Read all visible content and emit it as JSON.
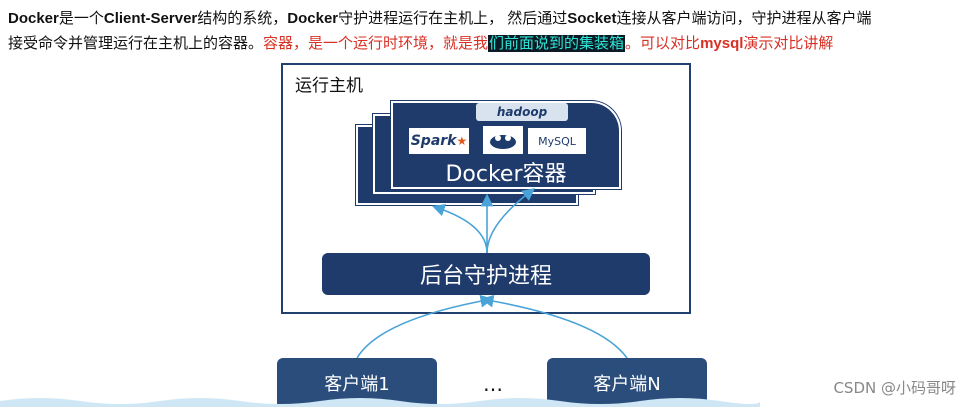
{
  "paragraph": {
    "p1_docker": "Docker",
    "p1_a": "是一个",
    "p1_cs": "Client-Server",
    "p1_b": "结构的系统，",
    "p1_docker2": "Docker",
    "p1_c": "守护进程运行在主机上，  然后通过",
    "p1_socket": "Socket",
    "p1_d": "连接从客户端访问，守护进程从客户端",
    "p2_a": "接受命令并管理运行在主机上的容器。",
    "p2_red1": "容器，是一个运行时环境，就是我",
    "p2_hl": "们前面说到的集装箱",
    "p2_red2": "。可以对比",
    "p2_mysql": "mysql",
    "p2_red3": "演示对比讲解"
  },
  "diagram": {
    "host_title": "运行主机",
    "container_label": "Docker容器",
    "logos": {
      "hadoop": "hadoop",
      "spark": "Spark",
      "mysql": "MySQL"
    },
    "daemon_label": "后台守护进程",
    "client_1": "客户端1",
    "client_n": "客户端N",
    "ellipsis": "…"
  },
  "watermark": "CSDN @小码哥呀",
  "colors": {
    "dark_blue": "#1f3b6b",
    "client_blue": "#2b4d7c",
    "arrow_blue": "#4aa3d8",
    "red_text": "#d93025",
    "highlight_bg": "#0b1a24",
    "highlight_fg": "#2ee6d6"
  }
}
